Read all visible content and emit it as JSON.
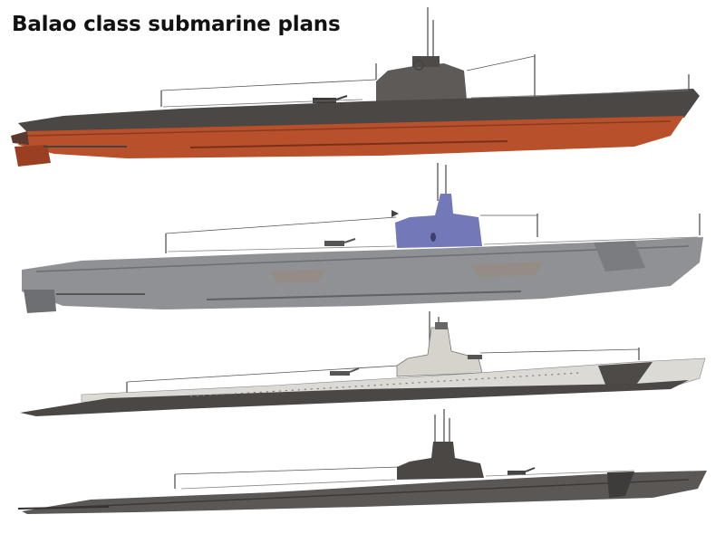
{
  "title": "Balao class submarine plans",
  "colors": {
    "background": "#ffffff",
    "title_text": "#111111",
    "hull_red": "#b8502c",
    "hull_dark": "#4a4745",
    "hull_gray": "#8f9195",
    "tower_blue": "#7378b8",
    "hull_light": "#dcdad4",
    "hull_darkgray": "#5a5755"
  },
  "illustrations": [
    {
      "name": "submarine-1",
      "scheme": "dark gray deck and upper hull over red lower hull"
    },
    {
      "name": "submarine-2",
      "scheme": "gray hull with blue conning tower"
    },
    {
      "name": "submarine-3",
      "scheme": "light gray camouflage with dark waterline hull"
    },
    {
      "name": "submarine-4",
      "scheme": "dark gray hull"
    }
  ]
}
